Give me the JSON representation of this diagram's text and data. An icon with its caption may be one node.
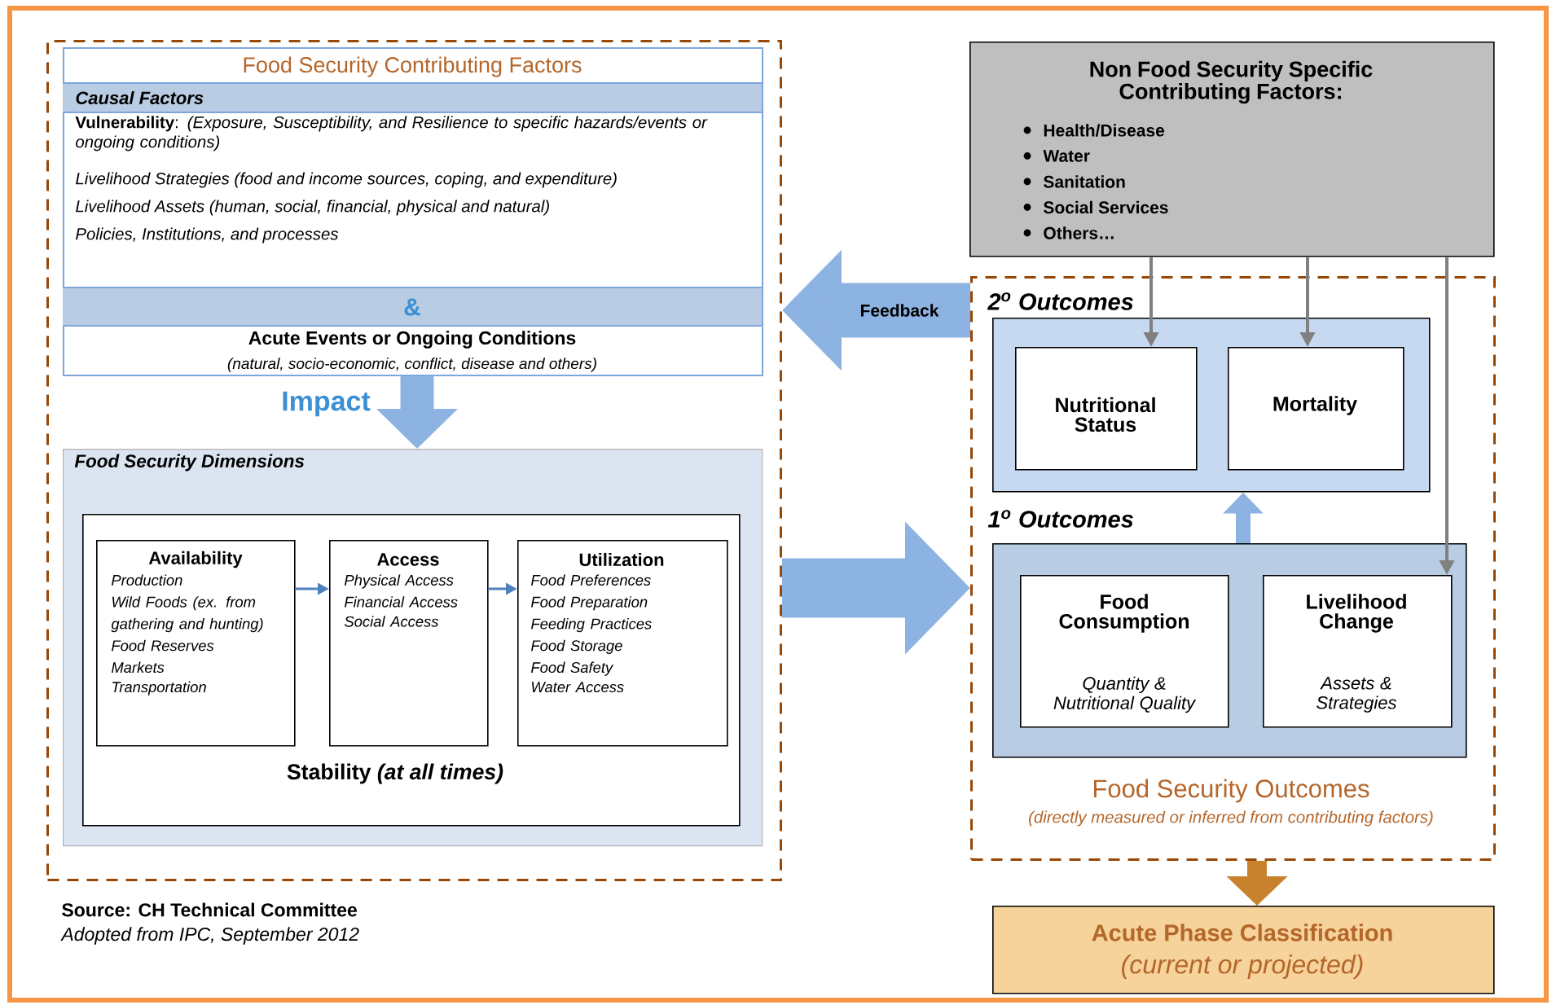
{
  "diagram": {
    "nodes": [
      {
        "text": [],
        "shape": "box"
      },
      {
        "text": [
          "Food Security Contributing Factors",
          "Causal Factors",
          "**Vulnerability**: *(Exposure, Susceptibility, and Resilience to specific hazards/events or ongoing conditions)*",
          "Livelihood Strategies (food and income sources, coping, and expenditure)",
          "Livelihood Assets (human, social, financial, physical and natural)",
          "Policies, Institutions, and processes",
          "&",
          "Acute Events or Ongoing Conditions",
          "(natural, socio-economic, conflict, disease and others)"
        ],
        "in": 0
      },
      {
        "text": [
          "Food Security Dimensions"
        ],
        "in": 0
      },
      {
        "text": [
          "Stability *(at all times)*"
        ],
        "in": 2
      },
      {
        "text": [
          "Availability",
          "Production",
          "Wild Foods (ex. from gathering and hunting)",
          "Food Reserves",
          "Markets",
          "Transportation"
        ],
        "in": 3
      },
      {
        "text": [
          "Access",
          "Physical Access",
          "Financial Access",
          "Social Access"
        ],
        "in": 3
      },
      {
        "text": [
          "Utilization",
          "Food Preferences",
          "Food Preparation",
          "Feeding Practices",
          "Food Storage",
          "Food Safety",
          "Water Access"
        ],
        "in": 3
      },
      {
        "text": [
          "Non Food Security Specific Contributing Factors:",
          "Health/Disease",
          "Water",
          "Sanitation",
          "Social Services",
          "Others…"
        ]
      },
      {
        "text": [
          "Food Security Outcomes",
          "(directly measured or inferred from contributing factors)"
        ]
      },
      {
        "text": [
          "2$^{o}$ Outcomes"
        ],
        "in": 8
      },
      {
        "text": [
          "Nutritional Status"
        ],
        "in": 9
      },
      {
        "text": [
          "Mortality"
        ],
        "in": 9
      },
      {
        "text": [
          "1$^{o}$ Outcomes"
        ],
        "in": 8
      },
      {
        "text": [
          "Food Consumption",
          "Quantity & Nutritional Quality"
        ],
        "in": 12
      },
      {
        "text": [
          "Livelihood Change",
          "Assets & Strategies"
        ],
        "in": 12
      },
      {
        "text": [
          "Acute Phase Classification",
          "(current or projected)"
        ]
      }
    ],
    "edges": [
      {
        "from": 1,
        "to": 2,
        "arrow": "to",
        "label": "Impact",
        "style": "thick",
        "color": "#8db3e2"
      },
      {
        "from": 4,
        "to": 5,
        "arrow": "to",
        "color": "#4f81bd"
      },
      {
        "from": 5,
        "to": 6,
        "arrow": "to",
        "color": "#4f81bd"
      },
      {
        "from": 0,
        "to": 8,
        "arrow": "to",
        "style": "thick",
        "color": "#8db3e2"
      },
      {
        "from": 8,
        "to": 0,
        "arrow": "to",
        "label": "Feedback",
        "style": "thick",
        "color": "#8db3e2"
      },
      {
        "from": 7,
        "to": 10,
        "arrow": "to",
        "color": "#808080"
      },
      {
        "from": 7,
        "to": 11,
        "arrow": "to",
        "color": "#808080"
      },
      {
        "from": 7,
        "to": 14,
        "arrow": "to",
        "color": "#808080"
      },
      {
        "from": 12,
        "to": 9,
        "arrow": "to",
        "style": "thick",
        "color": "#8db3e2"
      },
      {
        "from": 8,
        "to": 15,
        "arrow": "to",
        "style": "thick",
        "color": "#c8822e"
      }
    ],
    "labels": [
      "Source: CH Technical Committee",
      "Adopted from IPC, September 2012"
    ]
  }
}
